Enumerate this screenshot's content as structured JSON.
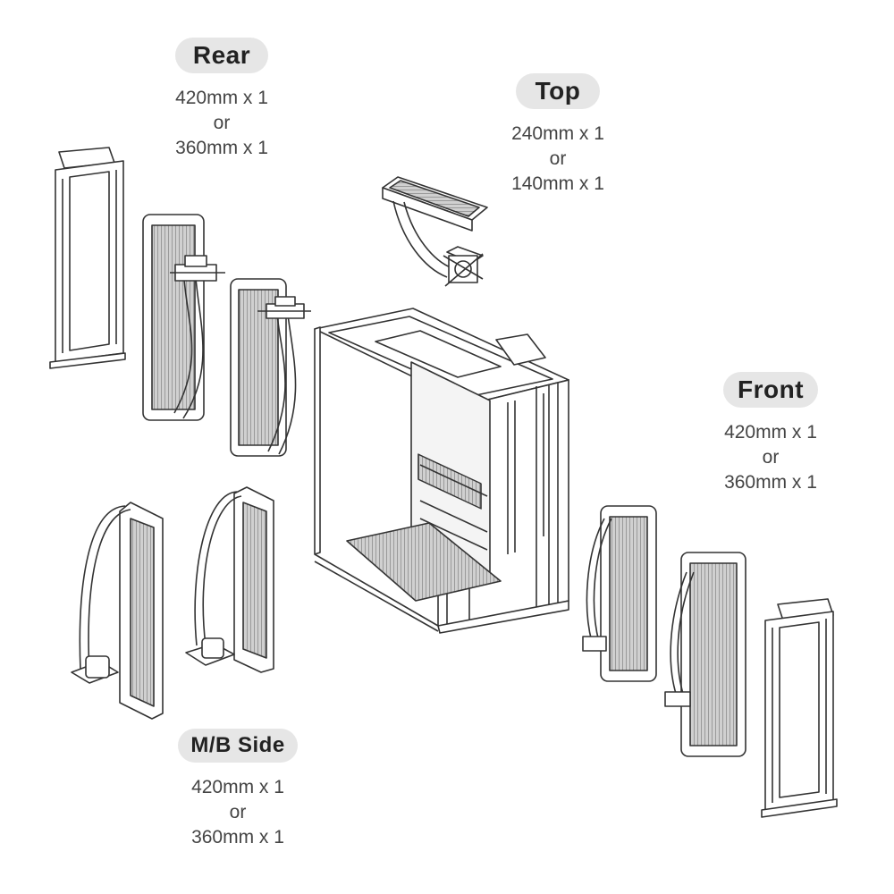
{
  "locations": {
    "rear": {
      "name": "Rear",
      "line1": "420mm x 1",
      "or": "or",
      "line2": "360mm x 1"
    },
    "top": {
      "name": "Top",
      "line1": "240mm x 1",
      "or": "or",
      "line2": "140mm x 1"
    },
    "front": {
      "name": "Front",
      "line1": "420mm x 1",
      "or": "or",
      "line2": "360mm x 1"
    },
    "mb": {
      "name": "M/B Side",
      "line1": "420mm x 1",
      "or": "or",
      "line2": "360mm x 1"
    }
  },
  "colors": {
    "pill": "#e6e6e6",
    "line": "#333333",
    "fin": "#888888"
  }
}
